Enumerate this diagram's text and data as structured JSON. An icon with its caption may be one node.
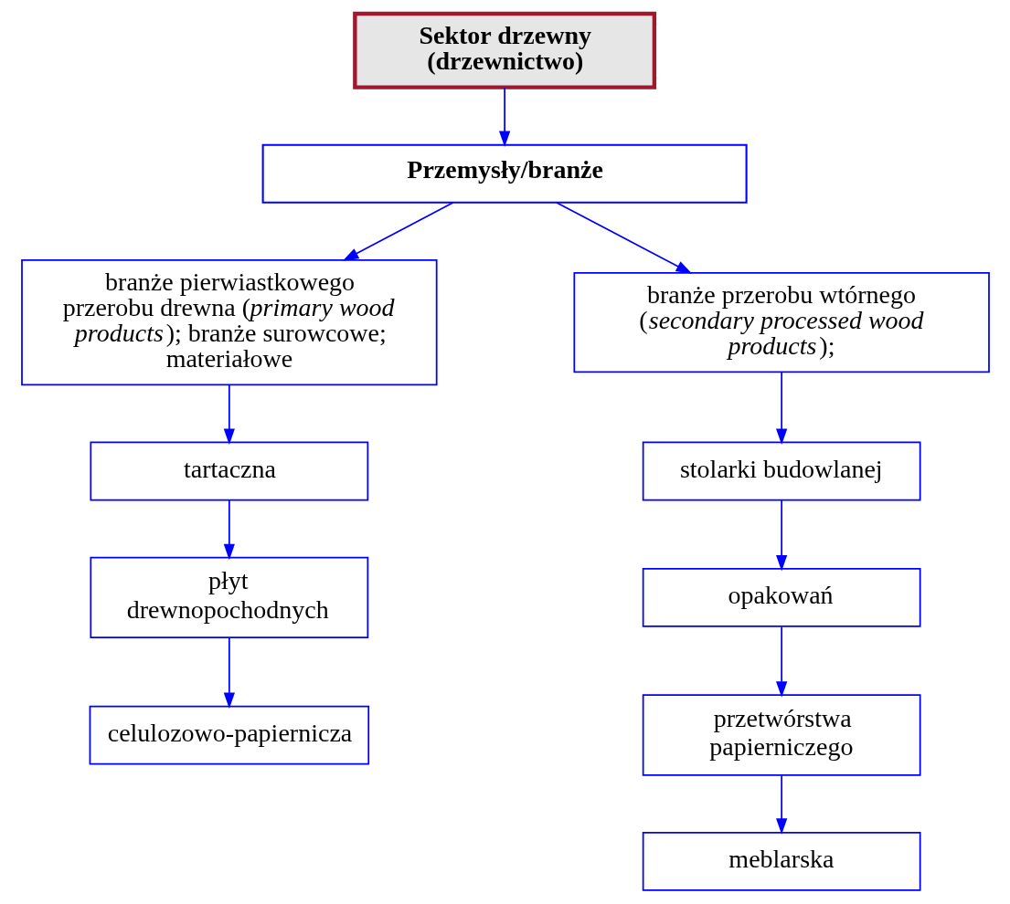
{
  "diagram": {
    "nodes": [
      {
        "text": [
          "Sektor drzewny (drzewnictwo)"
        ]
      },
      {
        "text": [
          "Przemysły/branże"
        ]
      },
      {
        "text": [
          "branże pierwiastkowego przerobu drewna (*primary wood products*); branże surowcowe; materiałowe"
        ]
      },
      {
        "text": [
          "branże przerobu wtórnego (*secondary processed wood products*);"
        ]
      },
      {
        "text": [
          "tartaczna"
        ]
      },
      {
        "text": [
          "płyt drewnopochodnych"
        ]
      },
      {
        "text": [
          "celulozowo-papiernicza"
        ]
      },
      {
        "text": [
          "stolarki budowlanej"
        ]
      },
      {
        "text": [
          "opakowań"
        ]
      },
      {
        "text": [
          "przetwórstwa papierniczego"
        ]
      },
      {
        "text": [
          "meblarska"
        ]
      }
    ],
    "edges": [
      {
        "from": 0,
        "to": 1,
        "arrow": "to"
      },
      {
        "from": 1,
        "to": 2,
        "arrow": "to"
      },
      {
        "from": 1,
        "to": 3,
        "arrow": "to"
      },
      {
        "from": 2,
        "to": 4,
        "arrow": "to"
      },
      {
        "from": 4,
        "to": 5,
        "arrow": "to"
      },
      {
        "from": 5,
        "to": 6,
        "arrow": "to"
      },
      {
        "from": 3,
        "to": 7,
        "arrow": "to"
      },
      {
        "from": 7,
        "to": 8,
        "arrow": "to"
      },
      {
        "from": 8,
        "to": 9,
        "arrow": "to"
      },
      {
        "from": 9,
        "to": 10,
        "arrow": "to"
      }
    ]
  }
}
